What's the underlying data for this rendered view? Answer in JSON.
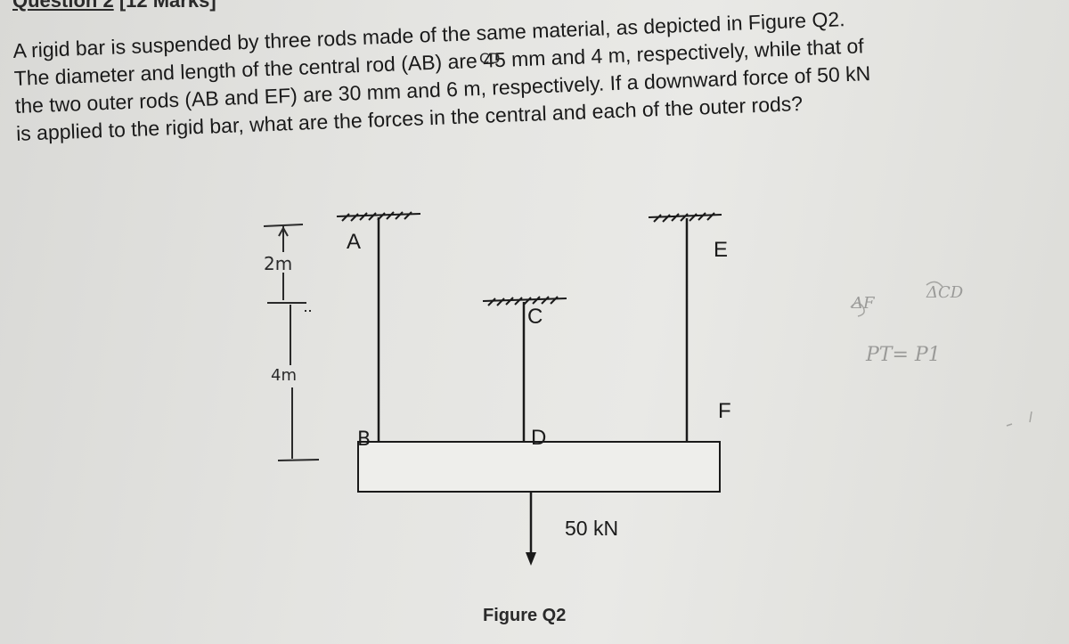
{
  "header": {
    "text_prefix": "Question 2",
    "text_marks": "[12 Marks]"
  },
  "problem": {
    "lines": [
      "A rigid bar is suspended by three rods made of the same material, as depicted in Figure Q2.",
      "The diameter and length of the central rod (AB) are 45 mm and 4 m, respectively, while that of",
      "the two outer rods (AB and EF) are 30 mm and 6 m, respectively. If a downward force of 50 kN",
      "is applied to the rigid bar, what are the forces in the central and each of the outer rods?"
    ],
    "handwritten_over_ab": "CD"
  },
  "figure": {
    "labels": {
      "A": "A",
      "B": "B",
      "C": "C",
      "D": "D",
      "E": "E",
      "F": "F"
    },
    "dim_top": "2m",
    "dim_bottom": "4m",
    "load": "50 kN",
    "caption": "Figure Q2"
  },
  "pencil_notes": {
    "note1": "ΔF",
    "note2": "ΔCD",
    "note3": "PT= P1"
  },
  "colors": {
    "ink": "#1a1a1a",
    "paper": "#e4e4e1",
    "pencil": "#9a9a98"
  }
}
